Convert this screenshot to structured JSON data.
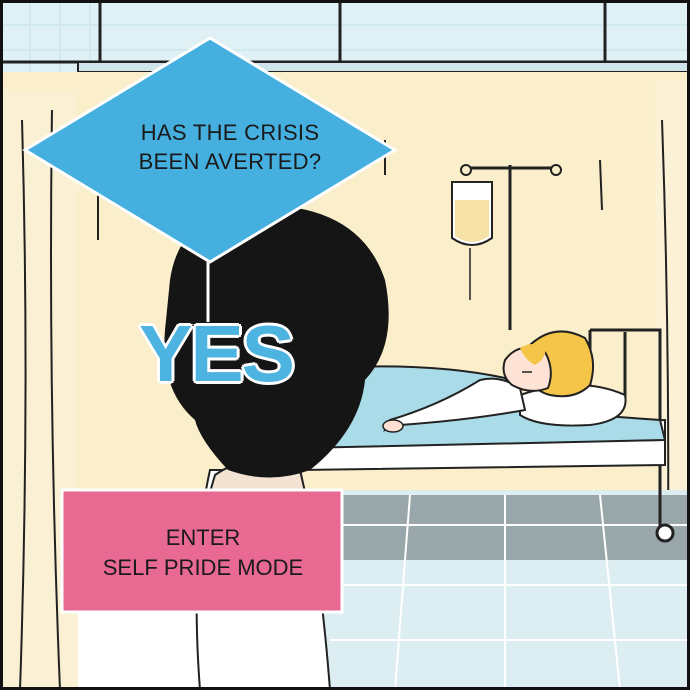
{
  "flowchart": {
    "question_line1": "HAS THE CRISIS",
    "question_line2": "BEEN AVERTED?",
    "answer": "YES",
    "action_line1": "ENTER",
    "action_line2": "SELF PRIDE MODE"
  },
  "colors": {
    "decision_fill": "#45b0e0",
    "action_fill": "#e86a93",
    "answer_text": "#4db3e0",
    "wall": "#fbeecb",
    "blanket": "#a9dce8",
    "hair_patient": "#f5c54a",
    "hair_doctor": "#151515"
  }
}
